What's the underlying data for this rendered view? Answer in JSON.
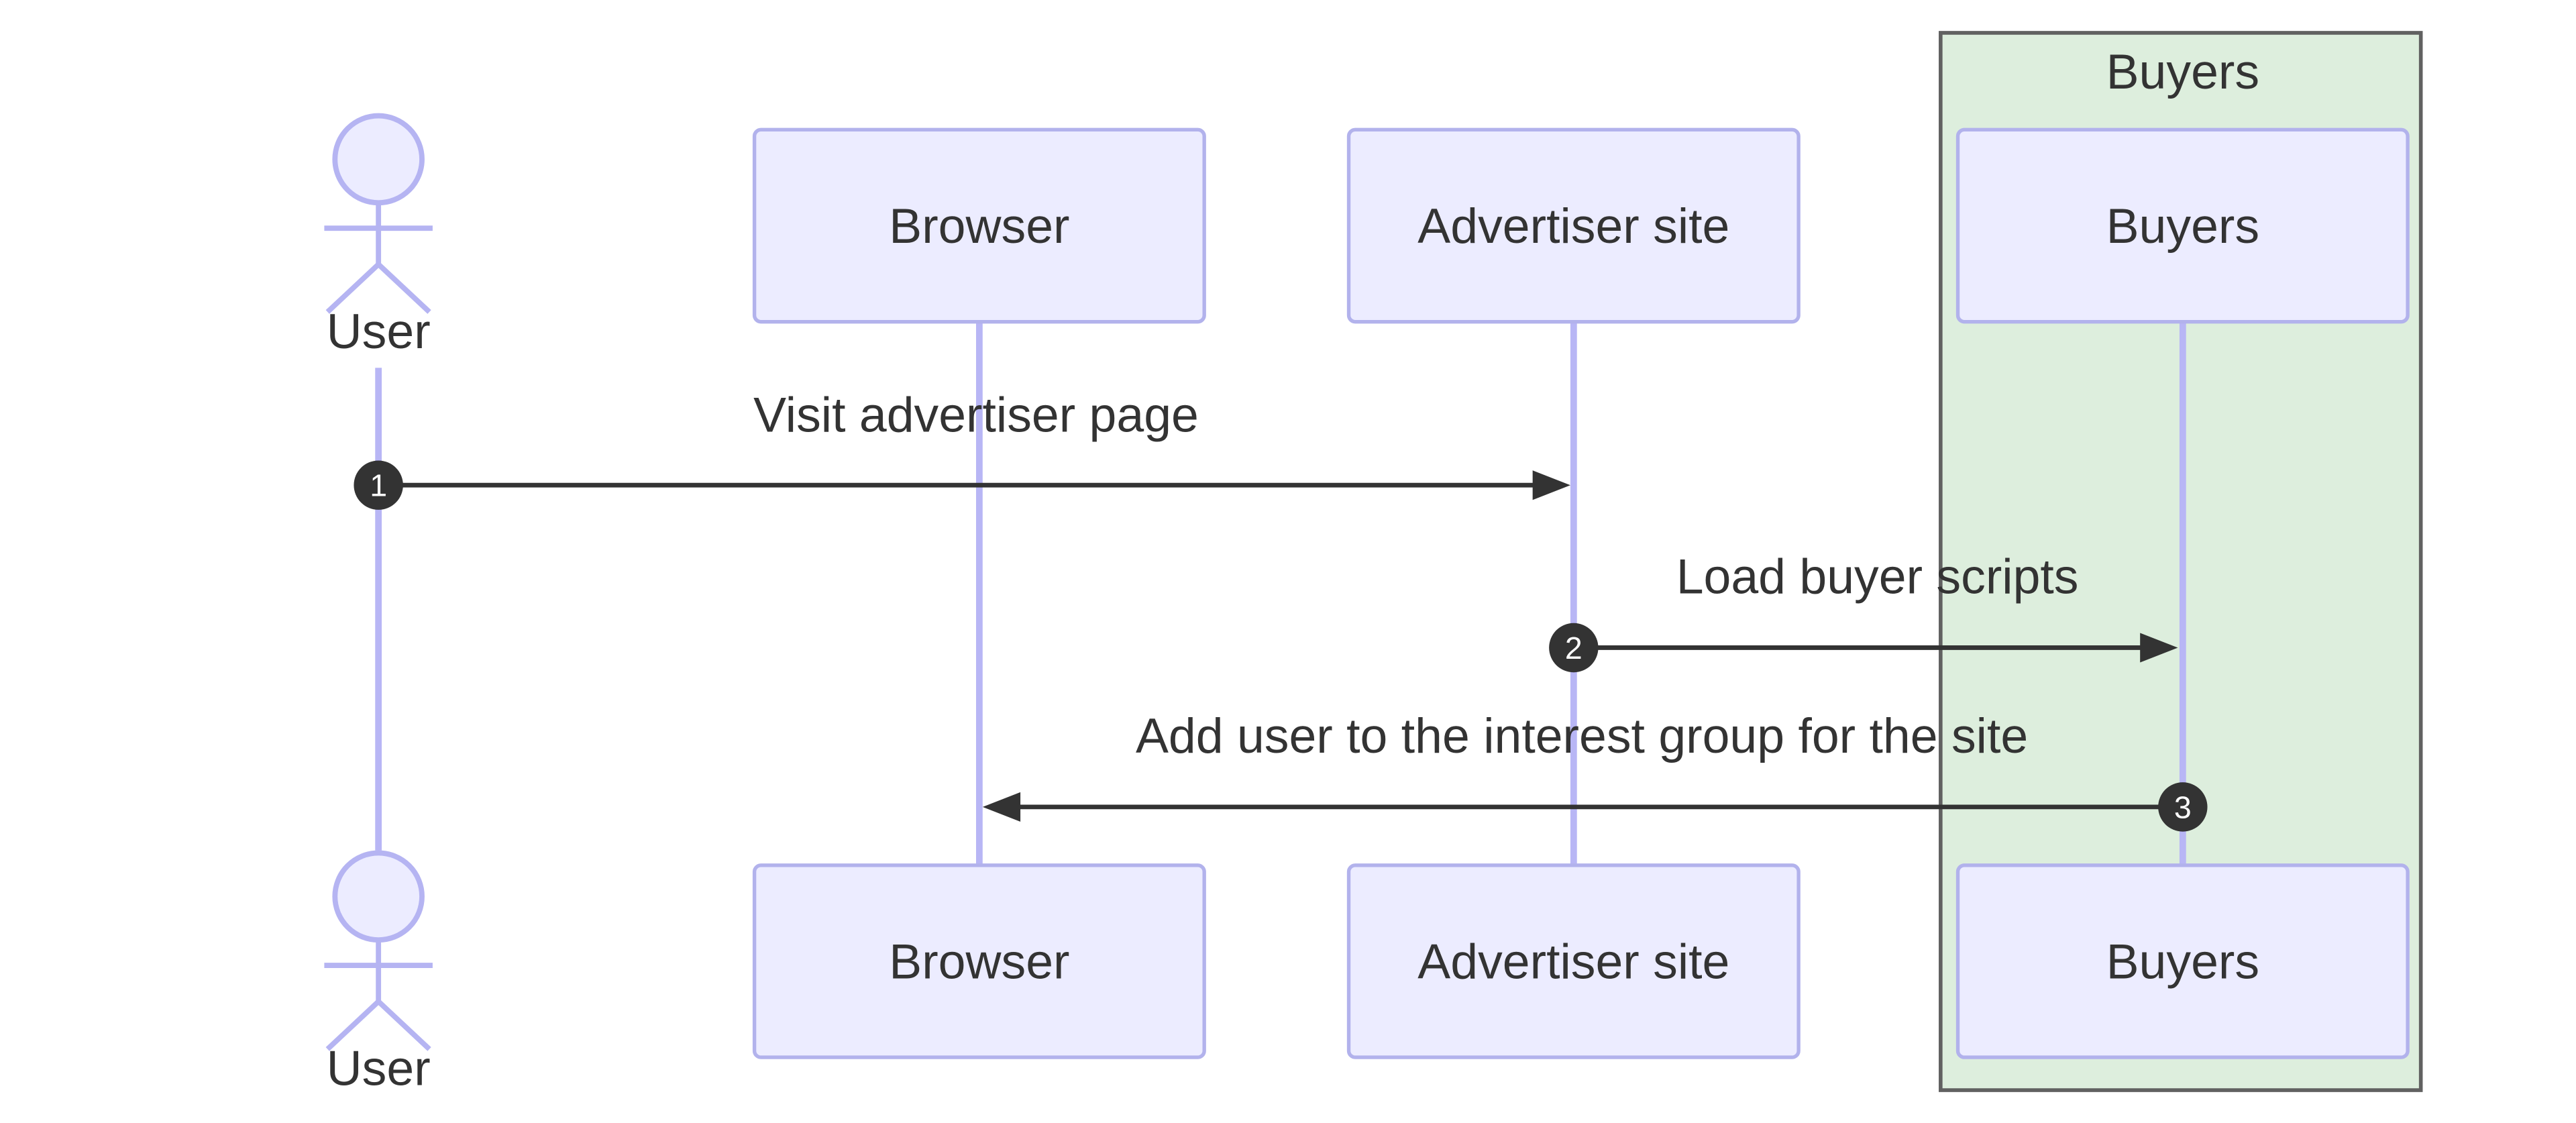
{
  "diagram": {
    "type": "sequence",
    "group": {
      "label": "Buyers"
    },
    "actors": [
      {
        "id": "user",
        "label": "User",
        "kind": "actor"
      },
      {
        "id": "browser",
        "label": "Browser",
        "kind": "participant"
      },
      {
        "id": "advertiser-site",
        "label": "Advertiser site",
        "kind": "participant"
      },
      {
        "id": "buyers",
        "label": "Buyers",
        "kind": "participant",
        "group": "Buyers"
      }
    ],
    "messages": [
      {
        "seq": "1",
        "from": "User",
        "to": "Advertiser site",
        "label": "Visit advertiser page"
      },
      {
        "seq": "2",
        "from": "Advertiser site",
        "to": "Buyers",
        "label": "Load buyer scripts"
      },
      {
        "seq": "3",
        "from": "Buyers",
        "to": "Browser",
        "label": "Add user to the interest group for the site"
      }
    ],
    "colors": {
      "participant_fill": "#ECECFF",
      "participant_border": "#b2b2ec",
      "lifeline": "#b8b6f5",
      "group_fill": "#ddeedd",
      "group_border": "#616161",
      "message": "#333333",
      "badge_fill": "#333333",
      "badge_text": "#ffffff",
      "text": "#333333"
    }
  }
}
